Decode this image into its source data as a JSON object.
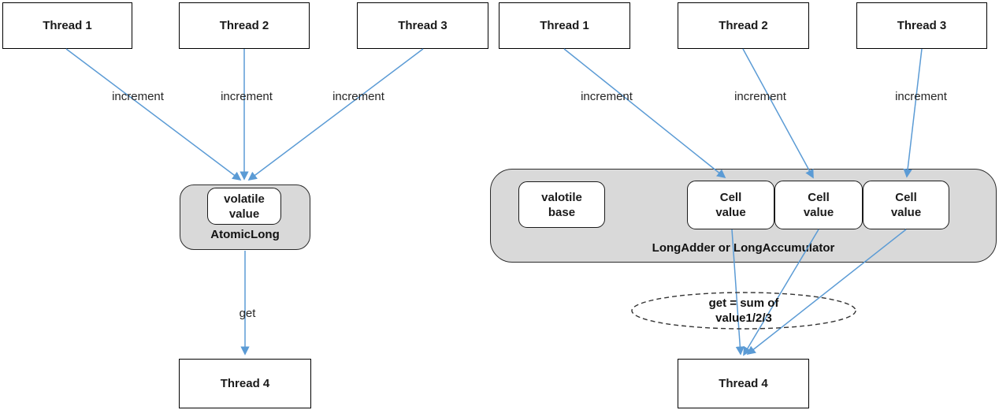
{
  "colors": {
    "arrow_blue": "#5b9bd5",
    "container_gray": "#d9d9d9",
    "box_border": "#000000"
  },
  "left_diagram": {
    "thread1": "Thread 1",
    "thread2": "Thread 2",
    "thread3": "Thread 3",
    "thread4": "Thread 4",
    "increment1": "increment",
    "increment2": "increment",
    "increment3": "increment",
    "get_label": "get",
    "container_label": "AtomicLong",
    "value_box": {
      "line1": "volatile",
      "line2": "value"
    }
  },
  "right_diagram": {
    "thread1": "Thread 1",
    "thread2": "Thread 2",
    "thread3": "Thread 3",
    "thread4": "Thread 4",
    "increment1": "increment",
    "increment2": "increment",
    "increment3": "increment",
    "container_label": "LongAdder or LongAccumulator",
    "base_box": {
      "line1": "valotile",
      "line2": "base"
    },
    "cell1": {
      "line1": "Cell",
      "line2": "value"
    },
    "cell2": {
      "line1": "Cell",
      "line2": "value"
    },
    "cell3": {
      "line1": "Cell",
      "line2": "value"
    },
    "sum_ellipse": {
      "line1": "get = sum of",
      "line2": "value1/2/3"
    }
  }
}
